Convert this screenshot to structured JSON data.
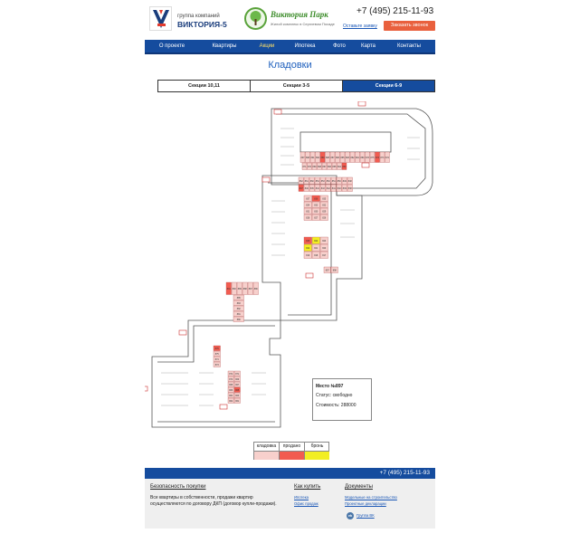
{
  "header": {
    "company_tagline": "группа компаний",
    "company_name": "ВИКТОРИЯ-5",
    "project_name": "Виктория Парк",
    "project_subtitle": "Жилой комплекс в Сергиевом Посаде",
    "phone": "+7 (495) 215-11-93",
    "callback_link": "Оставьте заявку",
    "order_call_label": "Заказать звонок"
  },
  "nav": {
    "items": [
      {
        "label": "О проекте"
      },
      {
        "label": "Квартиры"
      },
      {
        "label": "Акции"
      },
      {
        "label": "Ипотека"
      },
      {
        "label": "Фото"
      },
      {
        "label": "Карта"
      },
      {
        "label": "Контакты"
      }
    ]
  },
  "page": {
    "title": "Кладовки"
  },
  "tabs": [
    {
      "label": "Секции 10,11"
    },
    {
      "label": "Секции 3-5"
    },
    {
      "label": "Секции 6-9"
    }
  ],
  "popup": {
    "place": "Место №897",
    "status": "Статус: свободно",
    "price": "Стоимость: 288000"
  },
  "legend": {
    "items": [
      {
        "label": "кладовка",
        "color": "#f7d0cc"
      },
      {
        "label": "продано",
        "color": "#f25c50"
      },
      {
        "label": "бронь",
        "color": "#f2ee22"
      }
    ]
  },
  "footer": {
    "phone": "+7 (495) 215-11-93",
    "security": {
      "title": "Безопасность покупки",
      "text": "Все квартиры в собственности, продажи квартир осуществляются по договору ДКП (договор купли-продажи)."
    },
    "how_to_buy": {
      "title": "Как купить",
      "links": [
        "Ипотека",
        "Офис продаж"
      ]
    },
    "documents": {
      "title": "Документы",
      "links": [
        "Модельные на строительство",
        "Проектные декларации"
      ],
      "vk": "Группа ВК"
    }
  },
  "plan_labels": [
    "897",
    "898",
    "891",
    "890",
    "889",
    "888",
    "887",
    "886",
    "885",
    "883",
    "882",
    "881",
    "880",
    "876",
    "875",
    "874",
    "873",
    "872",
    "871",
    "870",
    "869",
    "868",
    "867",
    "866",
    "865",
    "864",
    "863",
    "862",
    "861",
    "860",
    "854",
    "853",
    "852",
    "851",
    "850",
    "849",
    "848",
    "847",
    "846",
    "845",
    "844",
    "843",
    "842",
    "841",
    "840",
    "839",
    "838",
    "837",
    "836",
    "835",
    "834",
    "833",
    "832",
    "831",
    "830",
    "829",
    "828",
    "827",
    "826",
    "825",
    "824",
    "823",
    "822",
    "821",
    "820",
    "819",
    "818",
    "817"
  ],
  "colors": {
    "brand_blue": "#154c9e",
    "accent_orange": "#e9603d",
    "title_blue": "#1d5fbd",
    "storage_pink": "#f7d0cc",
    "sold_red": "#f25c50",
    "reserved_yellow": "#f2ee22"
  }
}
